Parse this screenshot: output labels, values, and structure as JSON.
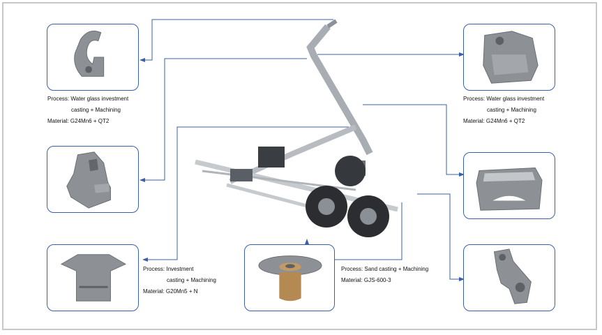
{
  "parts": [
    {
      "id": "hook",
      "process_prefix": "Process:",
      "process_line1": "Water glass investment",
      "process_line2": "casting + Machining",
      "material_prefix": "Material:",
      "material": "G24Mn6 + QT2"
    },
    {
      "id": "bracket-top-right",
      "process_prefix": "Process:",
      "process_line1": "Water glass investment",
      "process_line2": "casting + Machining",
      "material_prefix": "Material:",
      "material": "G24Mn6 + QT2"
    },
    {
      "id": "bottom-left",
      "process_prefix": "Process:",
      "process_line1": "Investment",
      "process_line2": "casting + Machining",
      "material_prefix": "Material:",
      "material": "G20Mn5 + N"
    },
    {
      "id": "bottom-center",
      "process_prefix": "Process:",
      "process_line1": "Sand casting + Machining",
      "material_prefix": "Material:",
      "material": "GJS-600-3"
    }
  ],
  "colors": {
    "box_border": "#3a5fa8",
    "connector": "#3a5fa8",
    "frame": "#c8c8c8",
    "metal": "#8d9196"
  }
}
